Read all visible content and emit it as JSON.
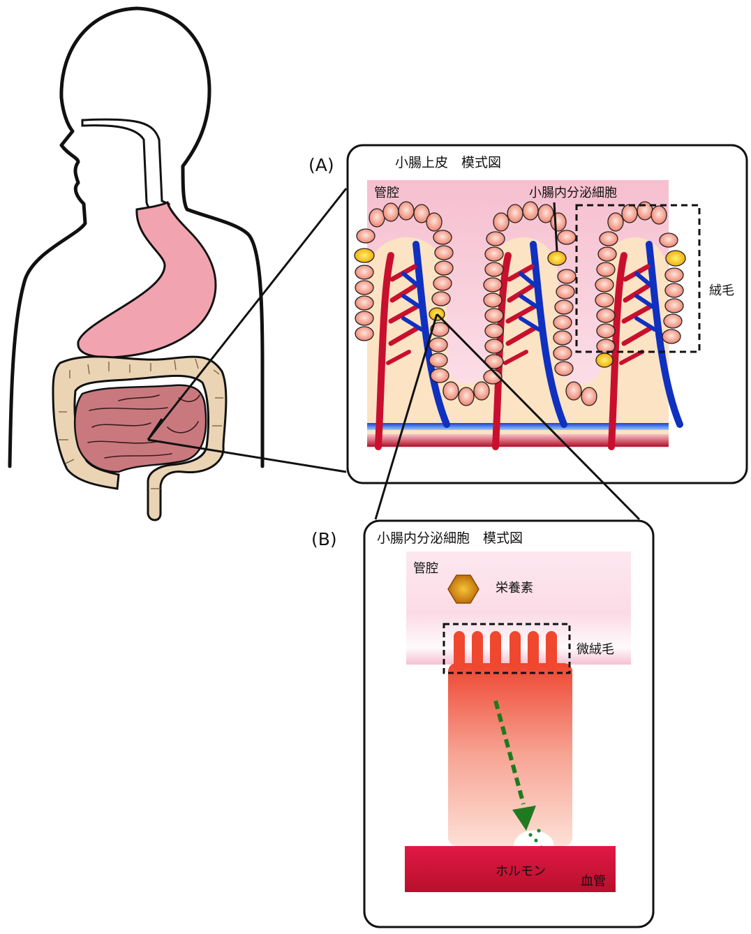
{
  "panel_a": {
    "tag": "(A)",
    "title": "小腸上皮　模式図",
    "lumen_label": "管腔",
    "enteroendocrine_label": "小腸内分泌細胞",
    "villus_label": "絨毛"
  },
  "panel_b": {
    "tag": "(B)",
    "title": "小腸内分泌細胞　模式図",
    "lumen_label": "管腔",
    "nutrient_label": "栄養素",
    "microvilli_label": "微絨毛",
    "hormone_label": "ホルモン",
    "vessel_label": "血管"
  },
  "colors": {
    "stomach": "#f2a3b0",
    "colon": "#ead4b4",
    "small_intestine": "#c9797e",
    "lumen_pink": "#f9cddb",
    "tissue": "#fbe3c4",
    "cell": "#f5a088",
    "artery": "#c8102e",
    "vein": "#1030c0",
    "endocrine": "#f5c800",
    "vessel": "#d21a3c",
    "arrow": "#1f7a1f"
  }
}
